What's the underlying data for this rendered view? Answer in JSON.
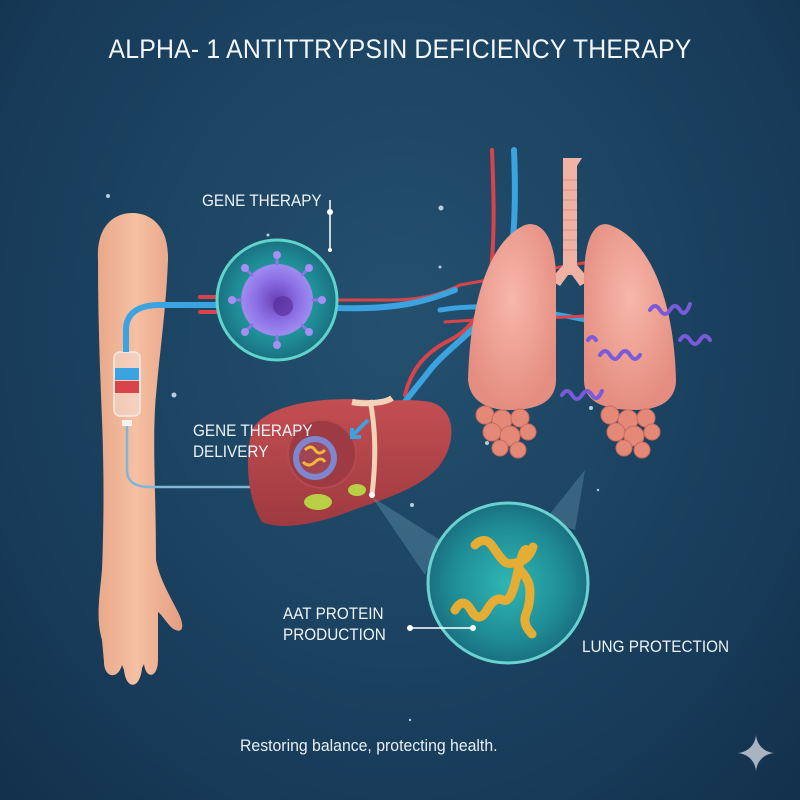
{
  "title": "ALPHA- 1 ANTITTRYPSIN DEFICIENCY THERAPY",
  "labels": {
    "gene_therapy": "GENE THERAPY",
    "gene_therapy_delivery_line1": "GENE THERAPY",
    "gene_therapy_delivery_line2": "DELIVERY",
    "aat_protein_line1": "AAT PROTEIN",
    "aat_protein_line2": "PRODUCTION",
    "lung_protection": "LUNG PROTECTION"
  },
  "tagline": "Restoring balance, protecting health.",
  "icons": {
    "watermark": "sparkle-icon"
  },
  "colors": {
    "background": "#1d4564",
    "skin": "#f2b596",
    "vein_blue": "#3aa3e0",
    "artery_red": "#d9444a",
    "liver": "#b3444a",
    "lung": "#f0a79a",
    "virus": "#8b6ae0",
    "protein": "#e8b23a",
    "circle_teal": "#2aa3a6",
    "text": "#f2f6f9"
  }
}
